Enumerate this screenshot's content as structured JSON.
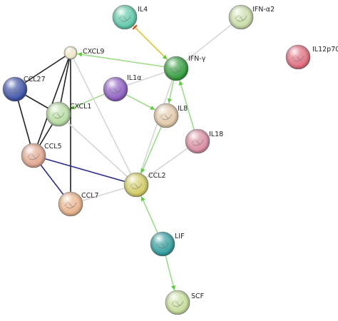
{
  "network": {
    "nodes": [
      {
        "id": "il4",
        "label": "IL4",
        "color": "#5cc7a6"
      },
      {
        "id": "ifna2",
        "label": "IFN-α2",
        "color": "#c8dca6"
      },
      {
        "id": "il12p70",
        "label": "IL12p70",
        "color": "#e06a7c"
      },
      {
        "id": "cxcl9",
        "label": "CXCL9",
        "color": "#ece6c2"
      },
      {
        "id": "ifng",
        "label": "IFN-γ",
        "color": "#2e9a3a"
      },
      {
        "id": "ccl27",
        "label": "CCL27",
        "color": "#3a4fa6"
      },
      {
        "id": "il1a",
        "label": "IL1α",
        "color": "#8a5cc0"
      },
      {
        "id": "cxcl1",
        "label": "CXCL1",
        "color": "#b6dca0"
      },
      {
        "id": "il8",
        "label": "IL8",
        "color": "#e2c8a6"
      },
      {
        "id": "il18",
        "label": "IL18",
        "color": "#d88aa0"
      },
      {
        "id": "ccl5",
        "label": "CCL5",
        "color": "#e2a68e"
      },
      {
        "id": "ccl2",
        "label": "CCL2",
        "color": "#d2cc62"
      },
      {
        "id": "ccl7",
        "label": "CCL7",
        "color": "#e8b088"
      },
      {
        "id": "lif",
        "label": "LIF",
        "color": "#2e9c9c"
      },
      {
        "id": "scf",
        "label": "SCF",
        "color": "#c6dc9a"
      }
    ],
    "edges": [
      {
        "from": "il4",
        "to": "ifng",
        "color": "#e0c43a",
        "style": "activation-inhibition"
      },
      {
        "from": "ifna2",
        "to": "ifng",
        "color": "#d6d6d6",
        "style": "plain"
      },
      {
        "from": "ifng",
        "to": "cxcl9",
        "color": "#9cdc8a",
        "style": "activation"
      },
      {
        "from": "ifng",
        "to": "il1a",
        "color": "#d6d6d6",
        "style": "plain"
      },
      {
        "from": "ifng",
        "to": "il8",
        "color": "#9cdc8a",
        "style": "activation"
      },
      {
        "from": "il18",
        "to": "ifng",
        "color": "#9cdc8a",
        "style": "activation"
      },
      {
        "from": "il1a",
        "to": "il8",
        "color": "#9cdc8a",
        "style": "activation"
      },
      {
        "from": "il1a",
        "to": "cxcl1",
        "color": "#9cdc8a",
        "style": "activation"
      },
      {
        "from": "cxcl9",
        "to": "ccl27",
        "color": "#222222",
        "style": "plain"
      },
      {
        "from": "cxcl9",
        "to": "cxcl1",
        "color": "#222222",
        "style": "plain"
      },
      {
        "from": "cxcl9",
        "to": "ccl5",
        "color": "#222222",
        "style": "plain"
      },
      {
        "from": "ccl27",
        "to": "cxcl1",
        "color": "#222222",
        "style": "plain"
      },
      {
        "from": "ccl27",
        "to": "ccl5",
        "color": "#222222",
        "style": "plain"
      },
      {
        "from": "cxcl1",
        "to": "ccl5",
        "color": "#222222",
        "style": "plain"
      },
      {
        "from": "cxcl9",
        "to": "ccl7",
        "color": "#222222",
        "style": "plain"
      },
      {
        "from": "cxcl9",
        "to": "ccl2",
        "color": "#d6d6d6",
        "style": "plain"
      },
      {
        "from": "cxcl1",
        "to": "ccl2",
        "color": "#d6d6d6",
        "style": "plain"
      },
      {
        "from": "ifng",
        "to": "ccl2",
        "color": "#d6d6d6",
        "style": "plain"
      },
      {
        "from": "ccl5",
        "to": "ccl2",
        "color": "#2a2a8c",
        "style": "plain"
      },
      {
        "from": "ccl5",
        "to": "ccl7",
        "color": "#2a2a8c",
        "style": "plain"
      },
      {
        "from": "ccl7",
        "to": "ccl2",
        "color": "#d6d6d6",
        "style": "plain"
      },
      {
        "from": "il8",
        "to": "ccl2",
        "color": "#9cdc8a",
        "style": "activation"
      },
      {
        "from": "il18",
        "to": "ccl2",
        "color": "#d6d6d6",
        "style": "plain"
      },
      {
        "from": "lif",
        "to": "ccl2",
        "color": "#9cdc8a",
        "style": "activation"
      },
      {
        "from": "lif",
        "to": "scf",
        "color": "#9cdc8a",
        "style": "activation"
      }
    ]
  }
}
